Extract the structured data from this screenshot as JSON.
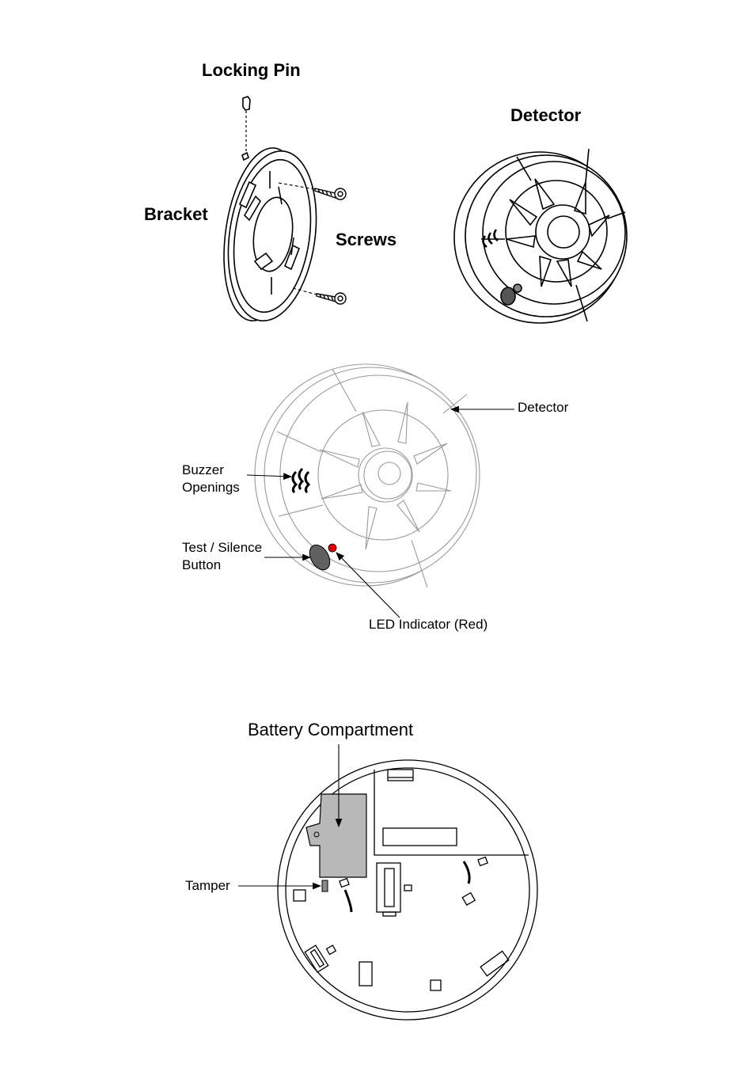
{
  "figure1": {
    "locking_pin": "Locking Pin",
    "detector": "Detector",
    "bracket": "Bracket",
    "screws": "Screws"
  },
  "figure2": {
    "detector": "Detector",
    "buzzer_line1": "Buzzer",
    "buzzer_line2": "Openings",
    "test_line1": "Test / Silence",
    "test_line2": "Button",
    "led": "LED Indicator (Red)"
  },
  "figure3": {
    "battery": "Battery Compartment",
    "tamper": "Tamper"
  },
  "colors": {
    "line": "#000000",
    "led": "#e60000",
    "battery_fill": "#b8b8b8",
    "faint_line": "#9a9a9a"
  }
}
